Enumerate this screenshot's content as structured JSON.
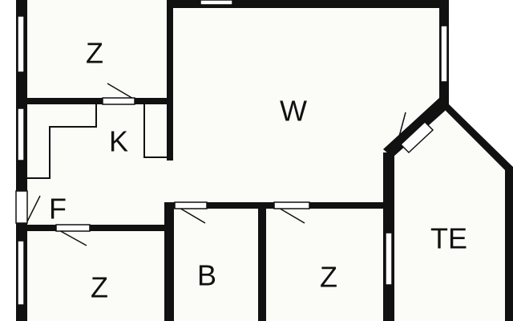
{
  "colors": {
    "wall": "#111111",
    "floor": "#fbfbf7",
    "window": "#ffffff",
    "door": "#222222"
  },
  "rooms": [
    {
      "id": "z-top-left",
      "label": "Z"
    },
    {
      "id": "w-living",
      "label": "W"
    },
    {
      "id": "k-kitchen",
      "label": "K"
    },
    {
      "id": "f-hall",
      "label": "F"
    },
    {
      "id": "z-bottom-left",
      "label": "Z"
    },
    {
      "id": "b-bath",
      "label": "B"
    },
    {
      "id": "z-bottom-mid",
      "label": "Z"
    },
    {
      "id": "te-terrace",
      "label": "TE"
    }
  ]
}
